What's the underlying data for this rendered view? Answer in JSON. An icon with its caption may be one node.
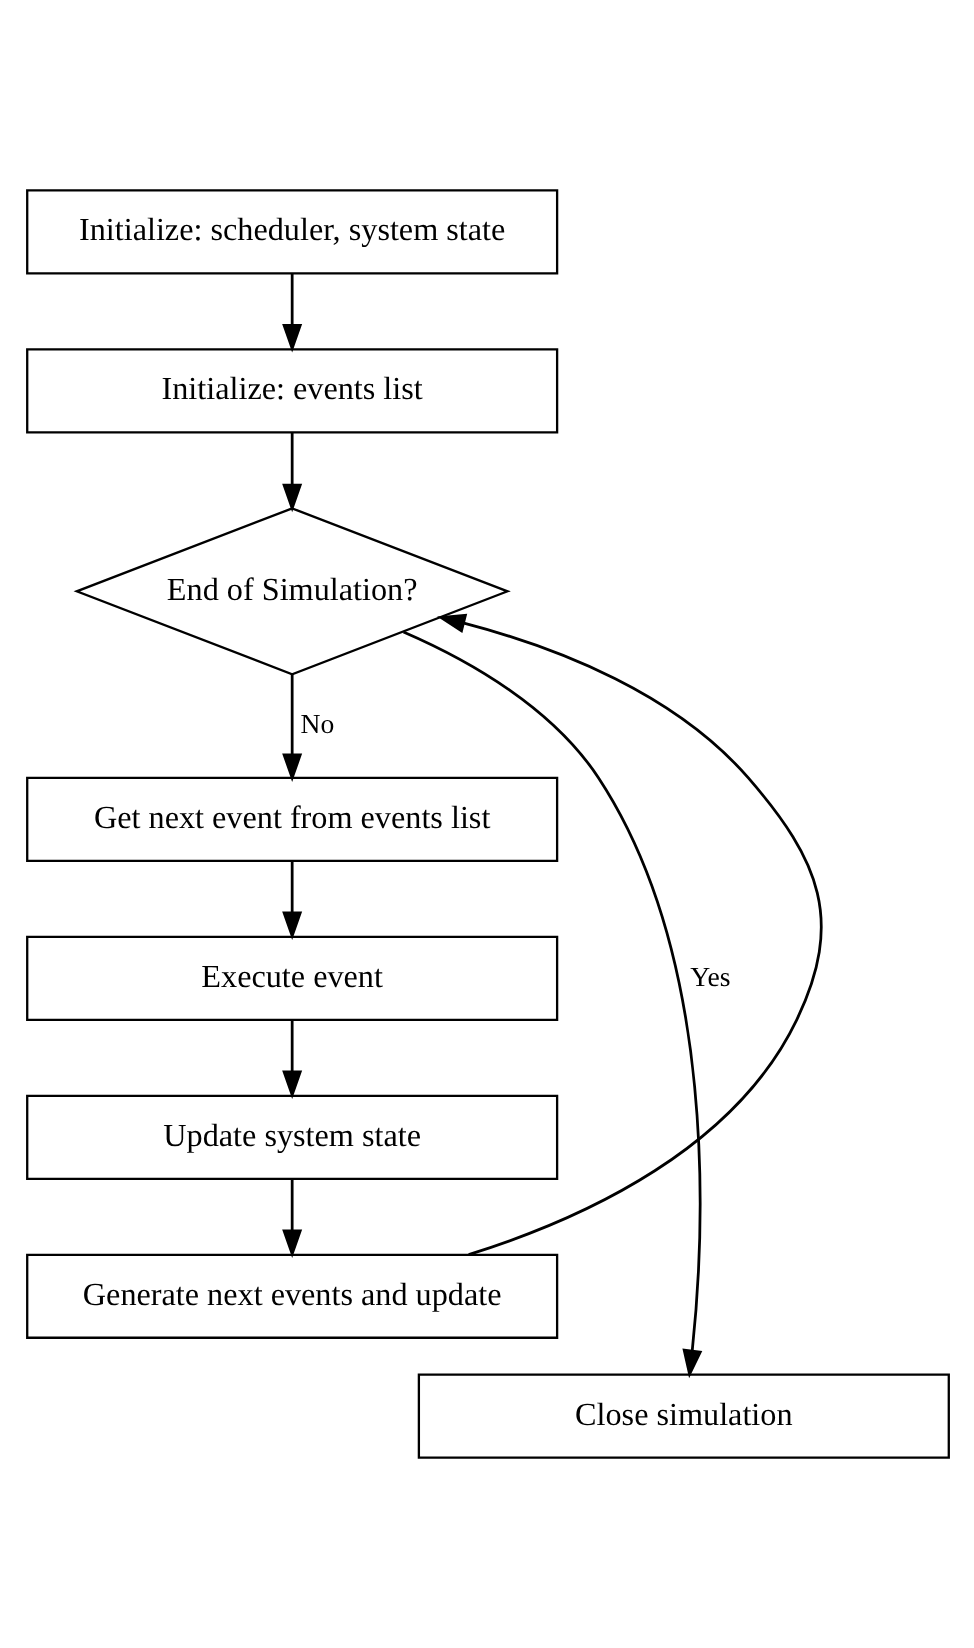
{
  "diagram": {
    "nodes": [
      {
        "text": [
          "Initialize: scheduler, system state"
        ]
      },
      {
        "text": [
          "Initialize: events list"
        ]
      },
      {
        "text": [
          "End of Simulation?"
        ]
      },
      {
        "text": [
          "Get next event from events list"
        ]
      },
      {
        "text": [
          "Execute event"
        ]
      },
      {
        "text": [
          "Update system state"
        ]
      },
      {
        "text": [
          "Generate next events and update"
        ]
      },
      {
        "text": [
          "Close simulation"
        ]
      }
    ],
    "edges": [
      {
        "from": 0,
        "to": 1,
        "arrow": "to"
      },
      {
        "from": 1,
        "to": 2,
        "arrow": "to"
      },
      {
        "from": 2,
        "to": 3,
        "arrow": "to",
        "label": "No"
      },
      {
        "from": 3,
        "to": 4,
        "arrow": "to"
      },
      {
        "from": 4,
        "to": 5,
        "arrow": "to"
      },
      {
        "from": 5,
        "to": 6,
        "arrow": "to"
      },
      {
        "from": 6,
        "to": 2,
        "arrow": "to"
      },
      {
        "from": 2,
        "to": 7,
        "arrow": "to",
        "label": "Yes"
      }
    ]
  }
}
